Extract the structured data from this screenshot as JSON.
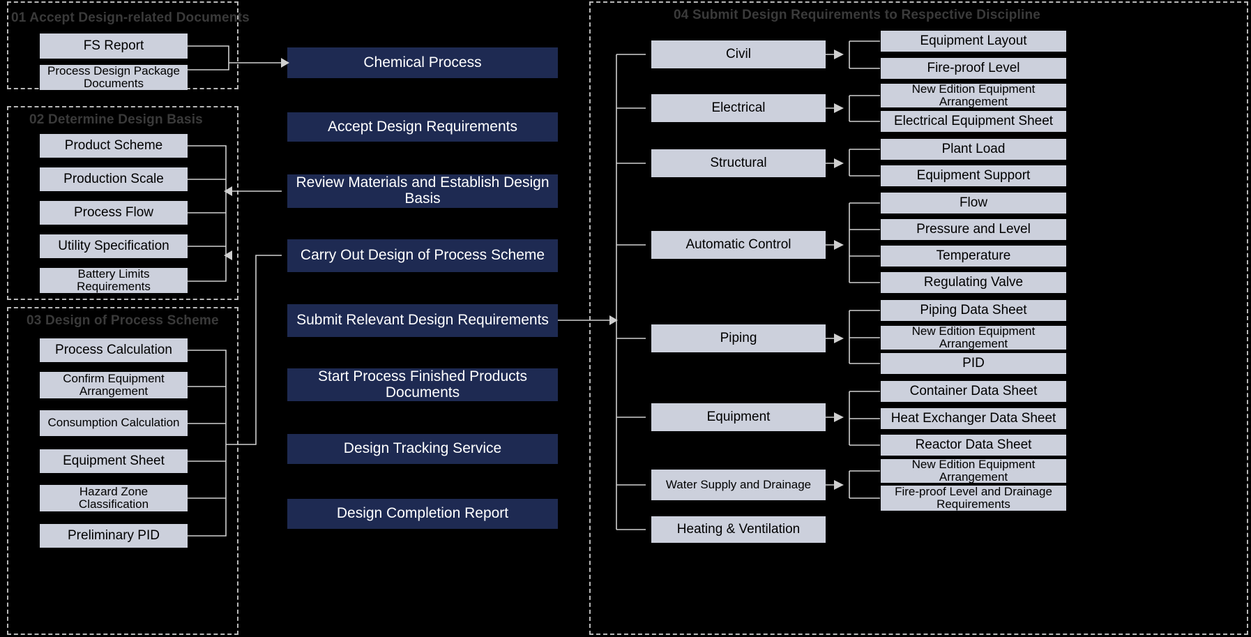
{
  "diagram": {
    "title": "Chemical Process Design Workflow",
    "background_color": "#000000",
    "grey_box_color": "#ccd0dc",
    "navy_box_color": "#1e2a52",
    "connector_color": "#cfcfcf",
    "group_border_color": "#b9b9b9",
    "group_title_color": "#3a3a3a"
  },
  "groups": [
    {
      "id": "g01",
      "title": "01 Accept Design-related Documents"
    },
    {
      "id": "g02",
      "title": "02 Determine Design Basis"
    },
    {
      "id": "g03",
      "title": "03 Design of Process Scheme"
    },
    {
      "id": "g04",
      "title": "04 Submit Design Requirements to Respective Discipline"
    }
  ],
  "group_01_items": [
    {
      "label": "FS Report"
    },
    {
      "label": "Process Design Package Documents"
    }
  ],
  "group_02_items": [
    {
      "label": "Product  Scheme"
    },
    {
      "label": "Production Scale"
    },
    {
      "label": "Process Flow"
    },
    {
      "label": "Utility Specification"
    },
    {
      "label": "Battery Limits Requirements"
    }
  ],
  "group_03_items": [
    {
      "label": "Process Calculation"
    },
    {
      "label": "Confirm Equipment Arrangement"
    },
    {
      "label": "Consumption Calculation"
    },
    {
      "label": "Equipment Sheet"
    },
    {
      "label": "Hazard Zone Classification"
    },
    {
      "label": "Preliminary PID"
    }
  ],
  "process_steps": [
    {
      "label": "Chemical Process"
    },
    {
      "label": "Accept Design Requirements"
    },
    {
      "label": "Review Materials and Establish Design Basis"
    },
    {
      "label": "Carry Out Design of Process Scheme"
    },
    {
      "label": "Submit Relevant Design Requirements"
    },
    {
      "label": "Start Process Finished Products Documents"
    },
    {
      "label": "Design Tracking Service"
    },
    {
      "label": "Design Completion Report"
    }
  ],
  "disciplines": [
    {
      "label": "Civil"
    },
    {
      "label": "Electrical"
    },
    {
      "label": "Structural"
    },
    {
      "label": "Automatic Control"
    },
    {
      "label": "Piping"
    },
    {
      "label": "Equipment"
    },
    {
      "label": "Water Supply and Drainage"
    },
    {
      "label": "Heating & Ventilation"
    }
  ],
  "deliverables": [
    {
      "label": "Equipment Layout"
    },
    {
      "label": "Fire-proof Level"
    },
    {
      "label": "New Edition Equipment Arrangement"
    },
    {
      "label": "Electrical Equipment Sheet"
    },
    {
      "label": "Plant Load"
    },
    {
      "label": "Equipment Support"
    },
    {
      "label": "Flow"
    },
    {
      "label": "Pressure and Level"
    },
    {
      "label": "Temperature"
    },
    {
      "label": "Regulating Valve"
    },
    {
      "label": "Piping Data Sheet"
    },
    {
      "label": "New Edition Equipment Arrangement"
    },
    {
      "label": "PID"
    },
    {
      "label": "Container Data Sheet"
    },
    {
      "label": "Heat Exchanger Data Sheet"
    },
    {
      "label": "Reactor Data Sheet"
    },
    {
      "label": "New Edition Equipment Arrangement"
    },
    {
      "label": "Fire-proof Level and Drainage Requirements"
    }
  ]
}
